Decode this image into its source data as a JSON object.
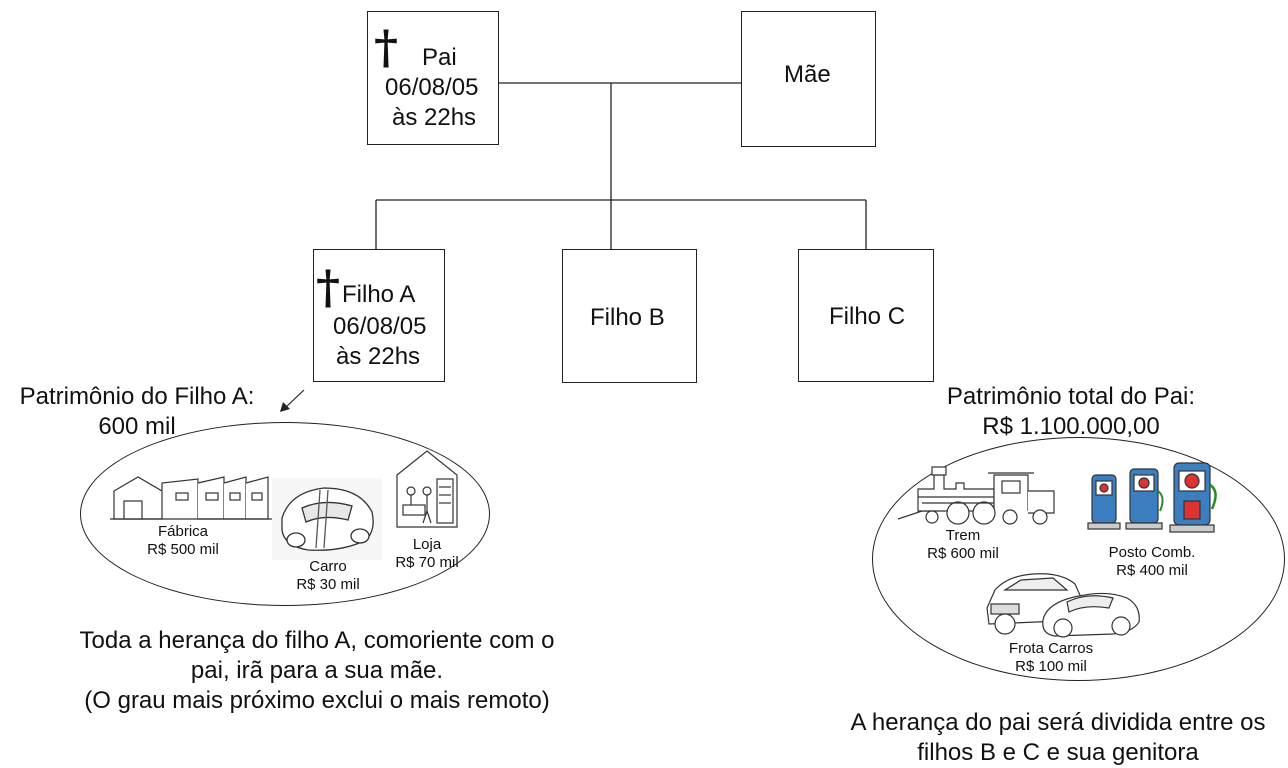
{
  "father": {
    "title": "Pai",
    "date": "06/08/05",
    "time": "às 22hs"
  },
  "mother": {
    "title": "Mãe"
  },
  "child_a": {
    "title": "Filho A",
    "date": "06/08/05",
    "time": "às 22hs"
  },
  "child_b": {
    "title": "Filho B"
  },
  "child_c": {
    "title": "Filho C"
  },
  "estate_a": {
    "heading_line1": "Patrimônio do Filho A:",
    "heading_line2": "600 mil",
    "items": [
      {
        "name": "Fábrica",
        "value": "R$ 500 mil",
        "icon": "factory-icon"
      },
      {
        "name": "Carro",
        "value": "R$ 30 mil",
        "icon": "car-icon"
      },
      {
        "name": "Loja",
        "value": "R$ 70 mil",
        "icon": "shop-icon"
      }
    ],
    "note_line1": "Toda a herança do filho A, comoriente com o",
    "note_line2": "pai, irã para a sua mãe.",
    "note_line3": "(O grau mais próximo exclui o mais remoto)"
  },
  "estate_father": {
    "heading_line1": "Patrimônio total do Pai:",
    "heading_line2": "R$ 1.100.000,00",
    "items": [
      {
        "name": "Trem",
        "value": "R$ 600 mil",
        "icon": "train-icon"
      },
      {
        "name": "Posto Comb.",
        "value": "R$ 400 mil",
        "icon": "fuel-pump-icon"
      },
      {
        "name": "Frota Carros",
        "value": "R$ 100 mil",
        "icon": "car-fleet-icon"
      }
    ],
    "note_line1": "A herança do pai será dividida entre os",
    "note_line2": "filhos B e C e sua genitora"
  },
  "symbols": {
    "cross": "†"
  }
}
